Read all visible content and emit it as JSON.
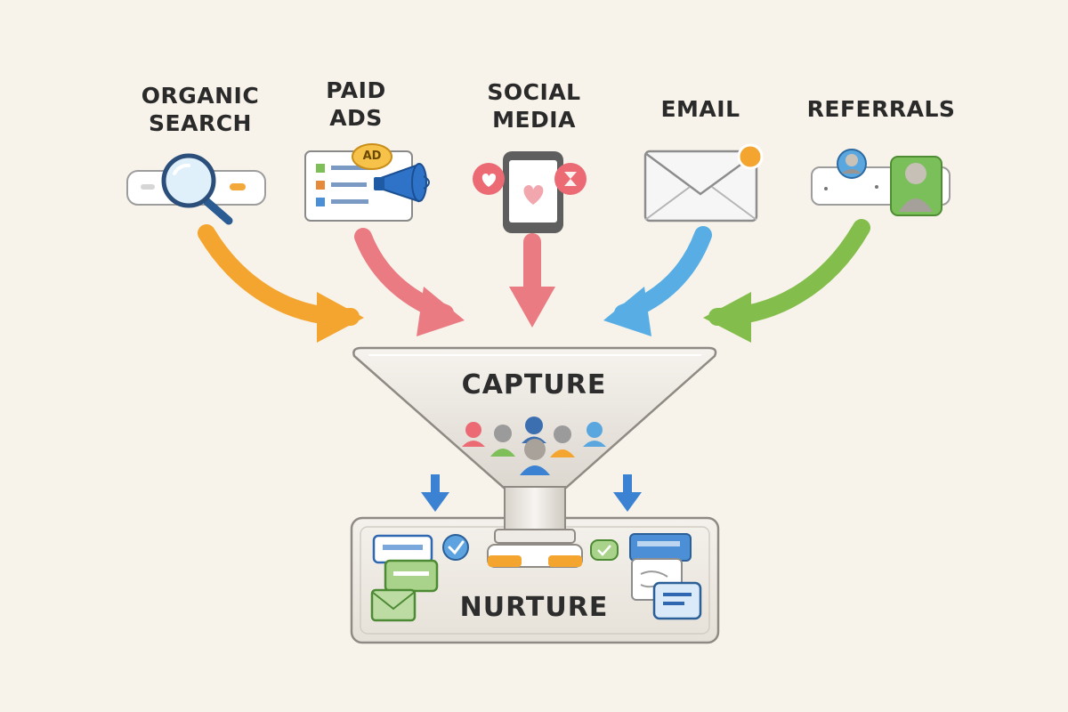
{
  "sources": [
    {
      "id": "organic",
      "line1": "ORGANIC",
      "line2": "SEARCH",
      "color": "#f4a52f"
    },
    {
      "id": "paid",
      "line1": "PAID",
      "line2": "ADS",
      "color": "#ea7b83"
    },
    {
      "id": "social",
      "line1": "SOCIAL",
      "line2": "MEDIA",
      "color": "#ea7b83"
    },
    {
      "id": "email",
      "line1": "EMAIL",
      "line2": "",
      "color": "#58aee4"
    },
    {
      "id": "referrals",
      "line1": "REFERRALS",
      "line2": "",
      "color": "#83bd4c"
    }
  ],
  "ad_badge": "AD",
  "funnel": {
    "top_label": "CAPTURE",
    "bottom_label": "NURTURE"
  },
  "icons": {
    "organic": "search-magnifier-icon",
    "paid": "megaphone-icon",
    "social": "smartphone-hearts-icon",
    "email": "envelope-icon",
    "referrals": "people-card-icon"
  }
}
